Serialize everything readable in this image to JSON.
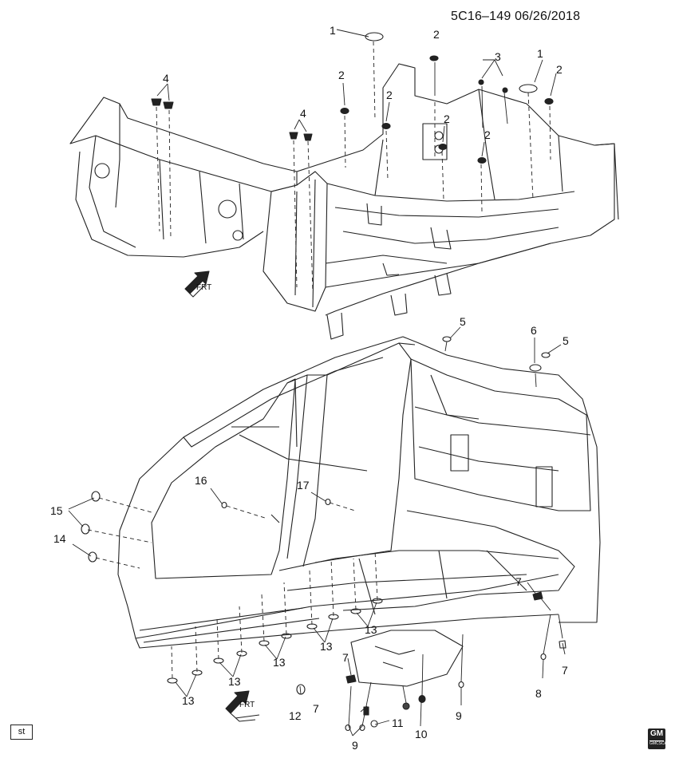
{
  "header": {
    "document_id": "5C16–149  06/26/2018"
  },
  "footer": {
    "st_label": "st",
    "gm_logo": "GM",
    "gm_logo_sub": "GMCSCA"
  },
  "diagram": {
    "front_arrow_label": "FRT",
    "callouts": [
      "1",
      "2",
      "3",
      "4",
      "5",
      "6",
      "7",
      "8",
      "9",
      "10",
      "11",
      "12",
      "13",
      "14",
      "15",
      "16",
      "17"
    ]
  }
}
